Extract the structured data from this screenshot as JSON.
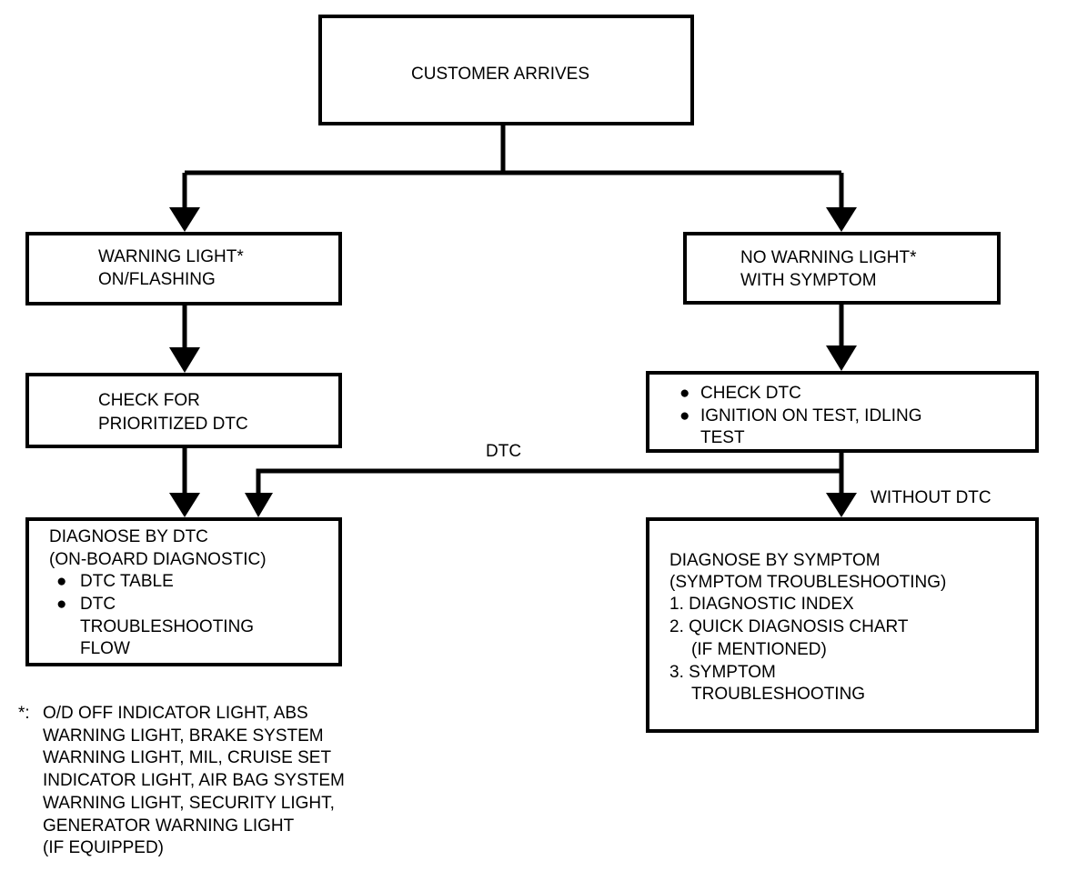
{
  "nodes": {
    "start": "CUSTOMER ARRIVES",
    "warning_on": [
      "WARNING LIGHT*",
      "ON/FLASHING"
    ],
    "no_warning": [
      "NO WARNING LIGHT*",
      "WITH SYMPTOM"
    ],
    "check_prioritized": [
      "CHECK FOR",
      "PRIORITIZED DTC"
    ],
    "check_dtc": {
      "items": [
        "CHECK DTC",
        "IGNITION ON TEST, IDLING"
      ],
      "continuation": "TEST"
    },
    "diagnose_dtc": {
      "lines": [
        "DIAGNOSE BY DTC",
        "(ON-BOARD DIAGNOSTIC)"
      ],
      "items": [
        "DTC TABLE",
        "DTC"
      ],
      "continuation": [
        "TROUBLESHOOTING",
        "FLOW"
      ]
    },
    "diagnose_symptom": {
      "lines": [
        "DIAGNOSE BY SYMPTOM",
        "(SYMPTOM TROUBLESHOOTING)",
        "1. DIAGNOSTIC INDEX",
        "2. QUICK DIAGNOSIS CHART",
        "(IF MENTIONED)",
        "3. SYMPTOM",
        "TROUBLESHOOTING"
      ]
    }
  },
  "edges": {
    "dtc_label": "DTC",
    "without_dtc_label": "WITHOUT DTC"
  },
  "footnote": {
    "marker": "*:",
    "lines": [
      "O/D OFF INDICATOR LIGHT, ABS",
      "WARNING LIGHT, BRAKE SYSTEM",
      "WARNING LIGHT, MIL, CRUISE SET",
      "INDICATOR LIGHT, AIR BAG SYSTEM",
      "WARNING LIGHT, SECURITY LIGHT,",
      "GENERATOR WARNING LIGHT",
      "(IF EQUIPPED)"
    ]
  }
}
